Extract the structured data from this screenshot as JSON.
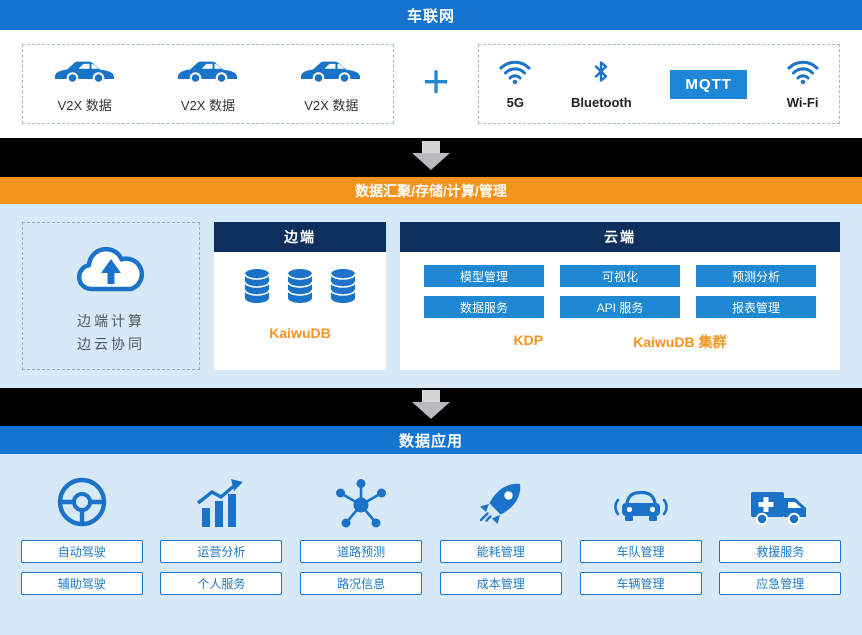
{
  "colors": {
    "primary_blue": "#1375d0",
    "button_blue": "#1e88d2",
    "icon_blue": "#1a73c8",
    "navy": "#0d2f5e",
    "orange": "#f6921e",
    "section_bg": "#d7e8f6",
    "black_bar": "#000000"
  },
  "header": {
    "title": "车联网"
  },
  "sources": {
    "vehicles": [
      {
        "icon": "car-icon",
        "label": "V2X 数据"
      },
      {
        "icon": "car-icon",
        "label": "V2X 数据"
      },
      {
        "icon": "car-icon",
        "label": "V2X 数据"
      }
    ],
    "plus": "+",
    "connectivity": {
      "wifi_5g_label": "5G",
      "bluetooth_label": "Bluetooth",
      "mqtt_label": "MQTT",
      "wifi_label": "Wi-Fi"
    }
  },
  "flow_bar": {
    "title": "数据汇聚/存储/计算/管理"
  },
  "platform": {
    "edge_compute": {
      "icon": "cloud-upload-icon",
      "line1": "边端计算",
      "line2": "边云协同"
    },
    "edge": {
      "title": "边端",
      "icon": "database-icon",
      "product": "KaiwuDB"
    },
    "cloud": {
      "title": "云端",
      "services": [
        "模型管理",
        "可视化",
        "预测分析",
        "数据服务",
        "API 服务",
        "报表管理"
      ],
      "products": [
        "KDP",
        "KaiwuDB 集群"
      ]
    }
  },
  "apps_bar": {
    "title": "数据应用"
  },
  "applications": [
    {
      "icon": "steering-wheel-icon",
      "items": [
        "自动驾驶",
        "辅助驾驶"
      ]
    },
    {
      "icon": "analytics-chart-icon",
      "items": [
        "运营分析",
        "个人服务"
      ]
    },
    {
      "icon": "network-nodes-icon",
      "items": [
        "道路预测",
        "路况信息"
      ]
    },
    {
      "icon": "rocket-icon",
      "items": [
        "能耗管理",
        "成本管理"
      ]
    },
    {
      "icon": "car-front-icon",
      "items": [
        "车队管理",
        "车辆管理"
      ]
    },
    {
      "icon": "ambulance-icon",
      "items": [
        "救援服务",
        "应急管理"
      ]
    }
  ],
  "misc_icons": [
    "down-arrow-icon",
    "wifi-icon",
    "bluetooth-icon"
  ]
}
